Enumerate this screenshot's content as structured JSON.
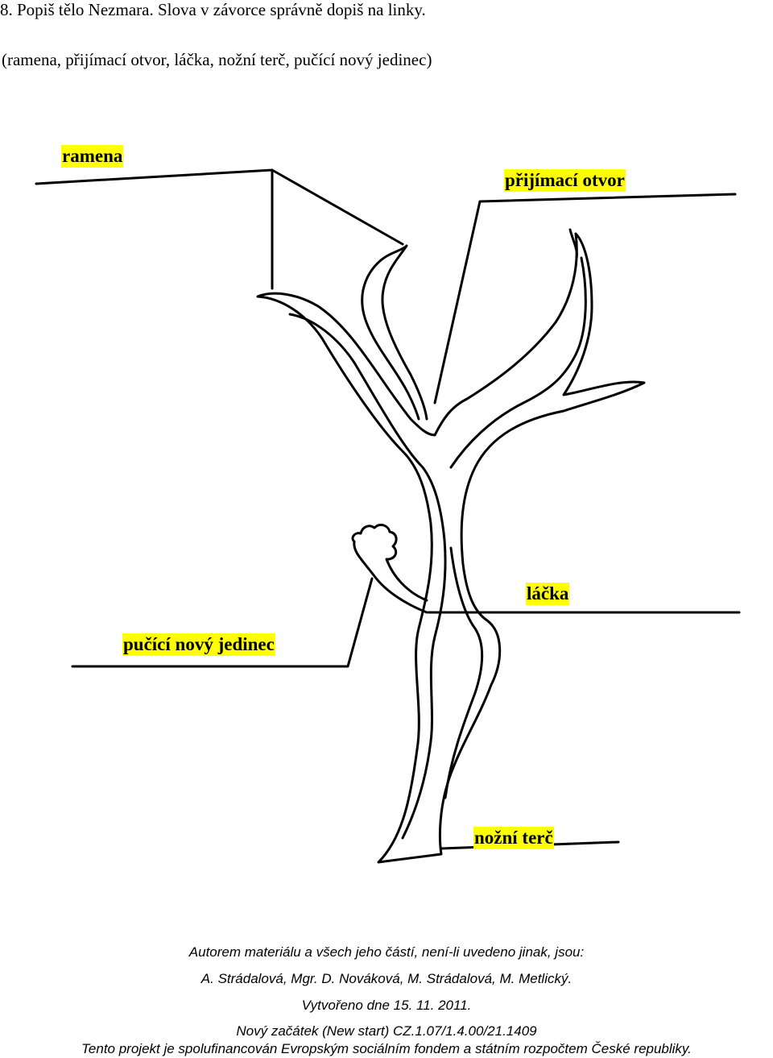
{
  "task": {
    "instruction": "8. Popiš tělo Nezmara. Slova v závorce správně dopiš na linky.",
    "word_bank": "(ramena, přijímací otvor, láčka, nožní terč, pučící nový jedinec)"
  },
  "labels": {
    "ramena": "ramena",
    "prijimaci_otvor": "přijímací otvor",
    "lacka": "láčka",
    "pucici_novy_jedinec": "pučící nový jedinec",
    "nozni_terc": "nožní terč"
  },
  "footer": {
    "line1": "Autorem materiálu a všech jeho částí, není-li uvedeno jinak, jsou:",
    "line2": "A. Strádalová, Mgr. D. Nováková, M. Strádalová, M. Metlický.",
    "line3": "Vytvořeno dne 15. 11. 2011.",
    "line4": "Nový začátek (New start) CZ.1.07/1.4.00/21.1409",
    "line5": "Tento projekt je spolufinancován Evropským sociálním fondem a státním rozpočtem České republiky."
  },
  "colors": {
    "highlight": "#ffff00",
    "ink": "#000000"
  }
}
